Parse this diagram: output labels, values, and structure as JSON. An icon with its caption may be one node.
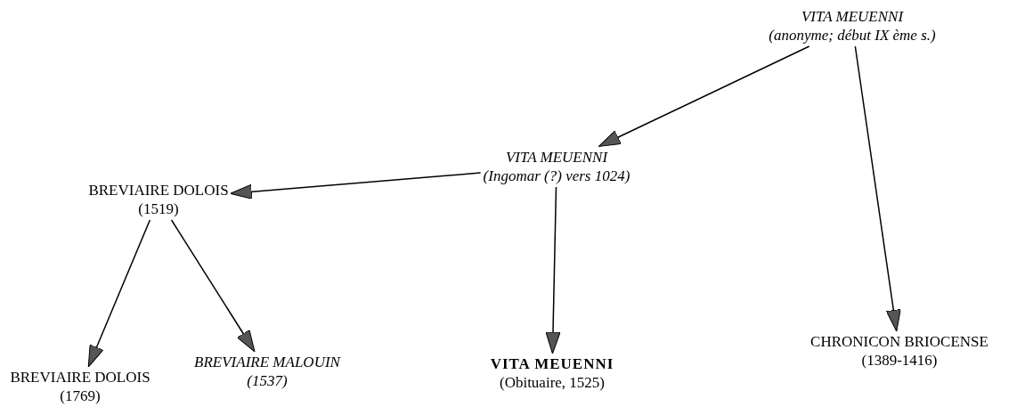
{
  "diagram": {
    "nodes": [
      {
        "text": [
          "VITA MEUENNI",
          "(anonyme; début IX ème s.)"
        ]
      },
      {
        "text": [
          "VITA MEUENNI",
          "(Ingomar (?) vers 1024)"
        ]
      },
      {
        "text": [
          "BREVIAIRE DOLOIS",
          "(1519)"
        ]
      },
      {
        "text": [
          "CHRONICON BRIOCENSE",
          "(1389-1416)"
        ]
      },
      {
        "text": [
          "VITA MEUENNI",
          "(Obituaire, 1525)"
        ]
      },
      {
        "text": [
          "BREVIAIRE DOLOIS",
          "(1769)"
        ]
      },
      {
        "text": [
          "BREVIAIRE MALOUIN",
          "(1537)"
        ]
      }
    ],
    "edges": [
      {
        "from": 0,
        "to": 1,
        "arrow": "to"
      },
      {
        "from": 0,
        "to": 3,
        "arrow": "to"
      },
      {
        "from": 1,
        "to": 2,
        "arrow": "to"
      },
      {
        "from": 1,
        "to": 4,
        "arrow": "to"
      },
      {
        "from": 2,
        "to": 5,
        "arrow": "to"
      },
      {
        "from": 2,
        "to": 6,
        "arrow": "to"
      }
    ]
  }
}
